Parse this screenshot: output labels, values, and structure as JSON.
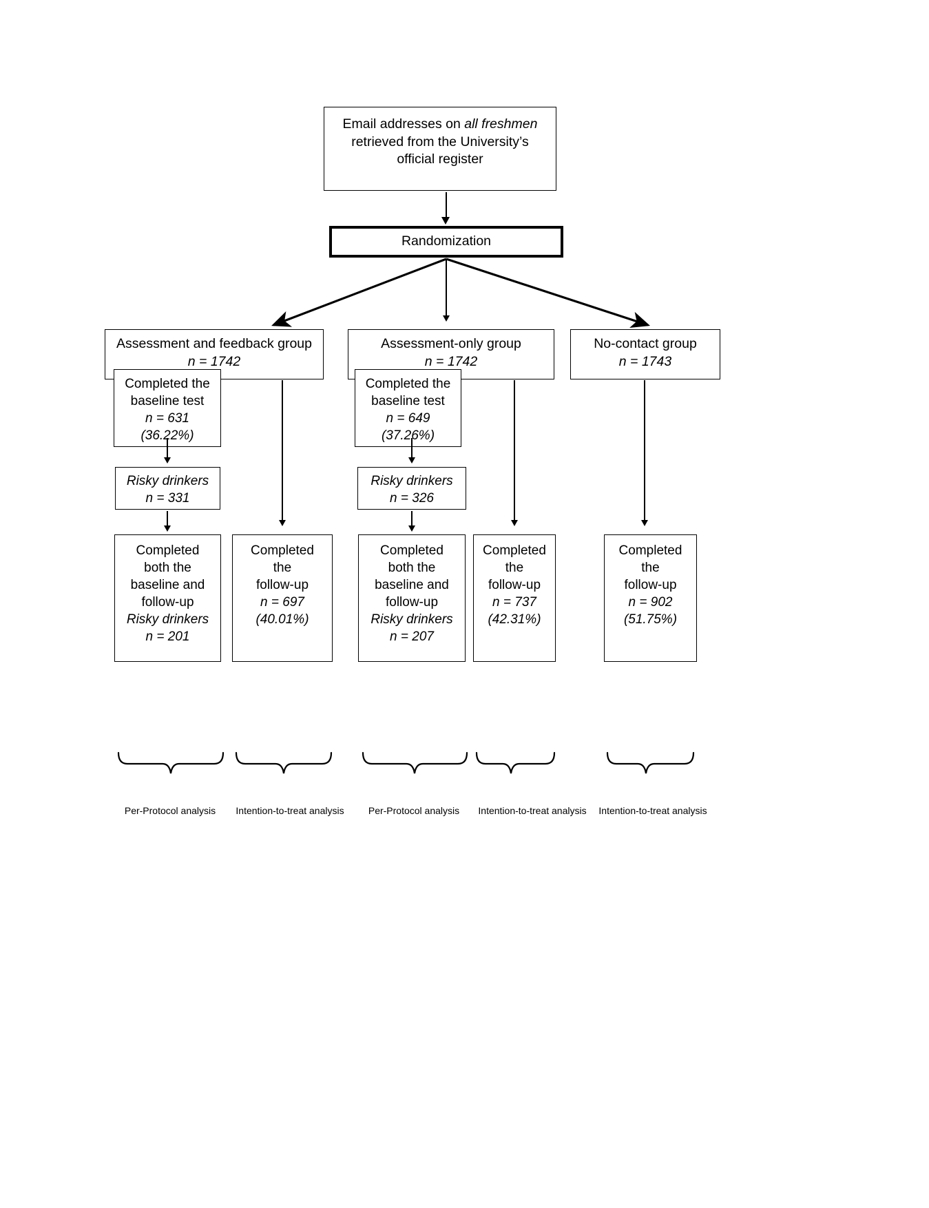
{
  "diagram": {
    "title": "CONSORT-style participant flow diagram",
    "source_box": {
      "name": "email-source-box",
      "lines": [
        {
          "text": "Email addresses on ",
          "style": "normal"
        },
        {
          "text": "all freshmen",
          "style": "italic"
        },
        {
          "text": "retrieved from the University’s",
          "style": "normal"
        },
        {
          "text": "official register",
          "style": "normal"
        }
      ],
      "line1_prefix": "Email addresses on ",
      "line1_italic": "all freshmen",
      "line2": "retrieved from the University’s",
      "line3": "official register"
    },
    "randomization": {
      "label": "Randomization"
    },
    "groups": [
      {
        "id": "assessment-and-feedback",
        "title": "Assessment and feedback group",
        "n": "n = 1742"
      },
      {
        "id": "assessment-only",
        "title": "Assessment-only group",
        "n": "n = 1742"
      },
      {
        "id": "no-contact",
        "title": "No-contact group",
        "n": "n = 1743"
      }
    ],
    "baseline": [
      {
        "line1": "Completed the",
        "line2": "baseline test",
        "n": "n = 631",
        "pct": "(36.22%)"
      },
      {
        "line1": "Completed the",
        "line2": "baseline test",
        "n": "n = 649",
        "pct": "(37.26%)"
      }
    ],
    "risky": [
      {
        "label": "Risky drinkers",
        "n": "n = 331"
      },
      {
        "label": "Risky drinkers",
        "n": "n = 326"
      }
    ],
    "final": [
      {
        "id": "pp-assessment-and-feedback",
        "line1": "Completed",
        "line2": "both the",
        "line3": "baseline and",
        "line4": "follow-up",
        "line5": "Risky drinkers",
        "n": "n = 201",
        "pct": ""
      },
      {
        "id": "itt-assessment-and-feedback",
        "line1": "Completed",
        "line2": "the",
        "line3": "follow-up",
        "line4": "",
        "line5": "",
        "n": "n = 697",
        "pct": "(40.01%)"
      },
      {
        "id": "pp-assessment-only",
        "line1": "Completed",
        "line2": "both the",
        "line3": "baseline and",
        "line4": "follow-up",
        "line5": "Risky drinkers",
        "n": "n = 207",
        "pct": ""
      },
      {
        "id": "itt-assessment-only",
        "line1": "Completed",
        "line2": "the",
        "line3": "follow-up",
        "line4": "",
        "line5": "",
        "n": "n = 737",
        "pct": "(42.31%)"
      },
      {
        "id": "itt-no-contact",
        "line1": "Completed",
        "line2": "the",
        "line3": "follow-up",
        "line4": "",
        "line5": "",
        "n": "n = 902",
        "pct": "(51.75%)"
      }
    ],
    "analysis_labels": [
      {
        "id": "analysis-pp-1",
        "text": "Per-Protocol analysis"
      },
      {
        "id": "analysis-itt-1",
        "text": "Intention-to-treat analysis"
      },
      {
        "id": "analysis-pp-2",
        "text": "Per-Protocol analysis"
      },
      {
        "id": "analysis-itt-2",
        "text": "Intention-to-treat analysis"
      },
      {
        "id": "analysis-itt-3",
        "text": "Intention-to-treat analysis"
      }
    ],
    "colors": {
      "line": "#000000",
      "background": "#ffffff",
      "text": "#000000"
    }
  }
}
